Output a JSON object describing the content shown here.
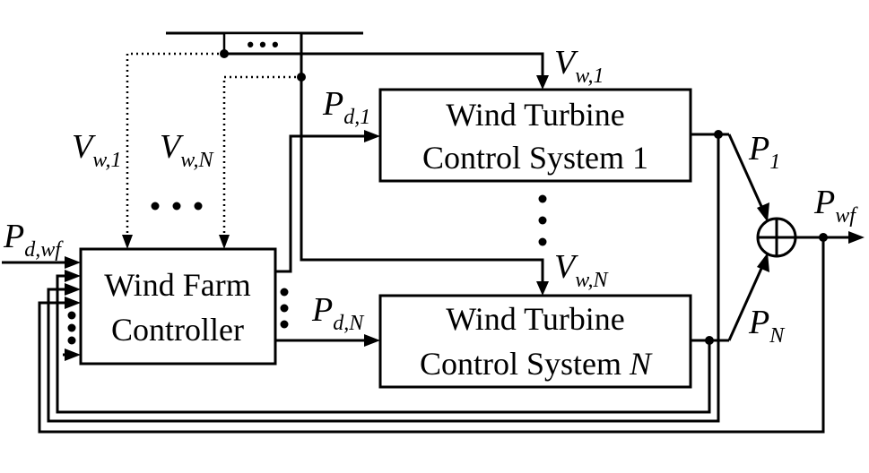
{
  "blocks": {
    "wind_farm_controller": {
      "line1": "Wind Farm",
      "line2": "Controller"
    },
    "turbine_1": {
      "line1": "Wind Turbine",
      "line2": "Control System 1"
    },
    "turbine_n": {
      "line1": "Wind Turbine",
      "line2_prefix": "Control System ",
      "line2_index": "N"
    }
  },
  "signals": {
    "p_d_wf": {
      "main": "P",
      "sub": "d,wf"
    },
    "p_d_1": {
      "main": "P",
      "sub": "d,1"
    },
    "p_d_n": {
      "main": "P",
      "sub": "d,N"
    },
    "v_w_1_top": {
      "main": "V",
      "sub": "w,1"
    },
    "v_w_n_mid": {
      "main": "V",
      "sub": "w,N"
    },
    "v_w_1_left": {
      "main": "V",
      "sub": "w,1"
    },
    "v_w_n_left": {
      "main": "V",
      "sub": "w,N"
    },
    "p_1": {
      "main": "P",
      "sub": "1"
    },
    "p_n": {
      "main": "P",
      "sub": "N"
    },
    "p_wf": {
      "main": "P",
      "sub": "wf"
    }
  },
  "ellipsis": "• • •"
}
